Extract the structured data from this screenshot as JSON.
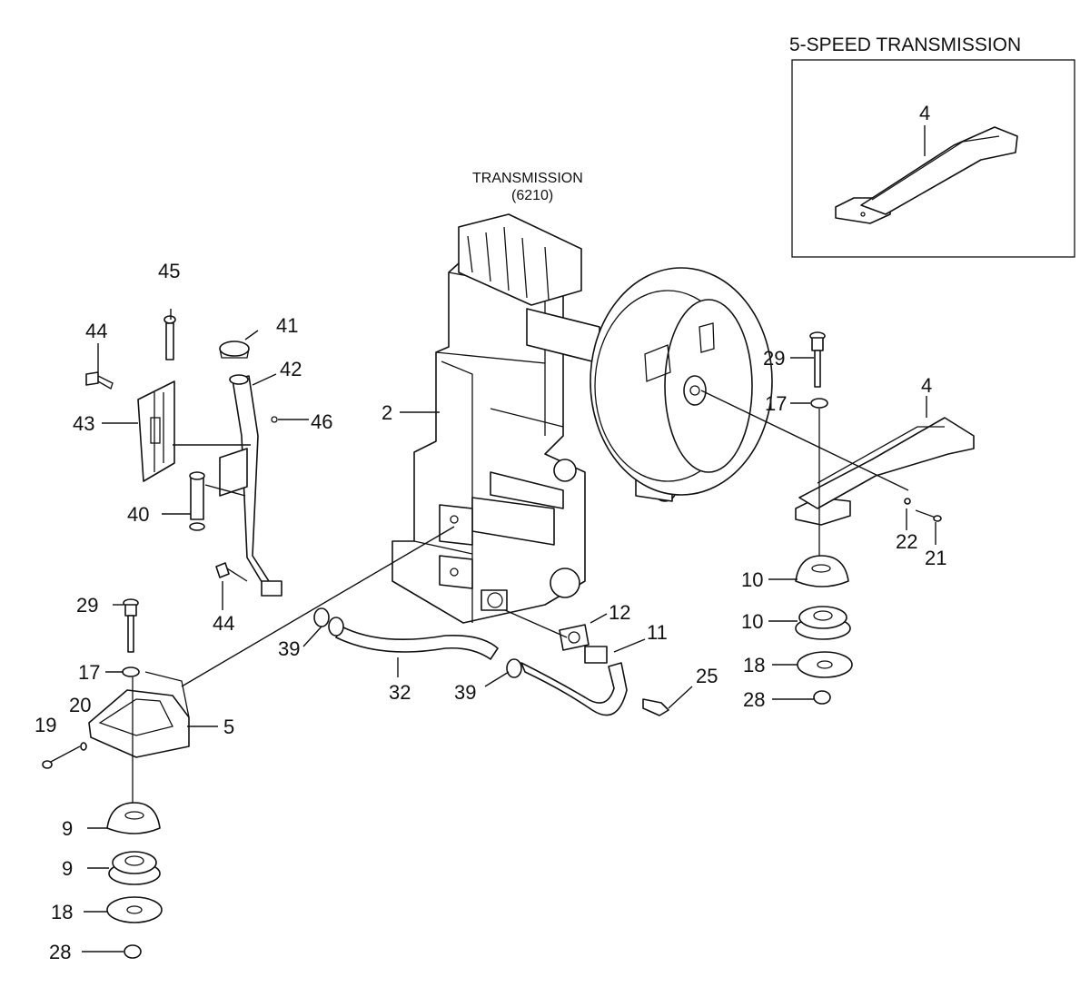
{
  "inset": {
    "title": "5-SPEED TRANSMISSION",
    "label": "4"
  },
  "transmission": {
    "line1": "TRANSMISSION",
    "line2": "(6210)"
  },
  "callouts": {
    "c2": "2",
    "c4": "4",
    "c5": "5",
    "c9a": "9",
    "c9b": "9",
    "c10a": "10",
    "c10b": "10",
    "c11": "11",
    "c12": "12",
    "c17a": "17",
    "c17b": "17",
    "c18a": "18",
    "c18b": "18",
    "c19": "19",
    "c20": "20",
    "c21": "21",
    "c22": "22",
    "c25": "25",
    "c28a": "28",
    "c28b": "28",
    "c29a": "29",
    "c29b": "29",
    "c32": "32",
    "c39a": "39",
    "c39b": "39",
    "c40": "40",
    "c41": "41",
    "c42": "42",
    "c43": "43",
    "c44a": "44",
    "c44b": "44",
    "c45": "45",
    "c46": "46"
  }
}
